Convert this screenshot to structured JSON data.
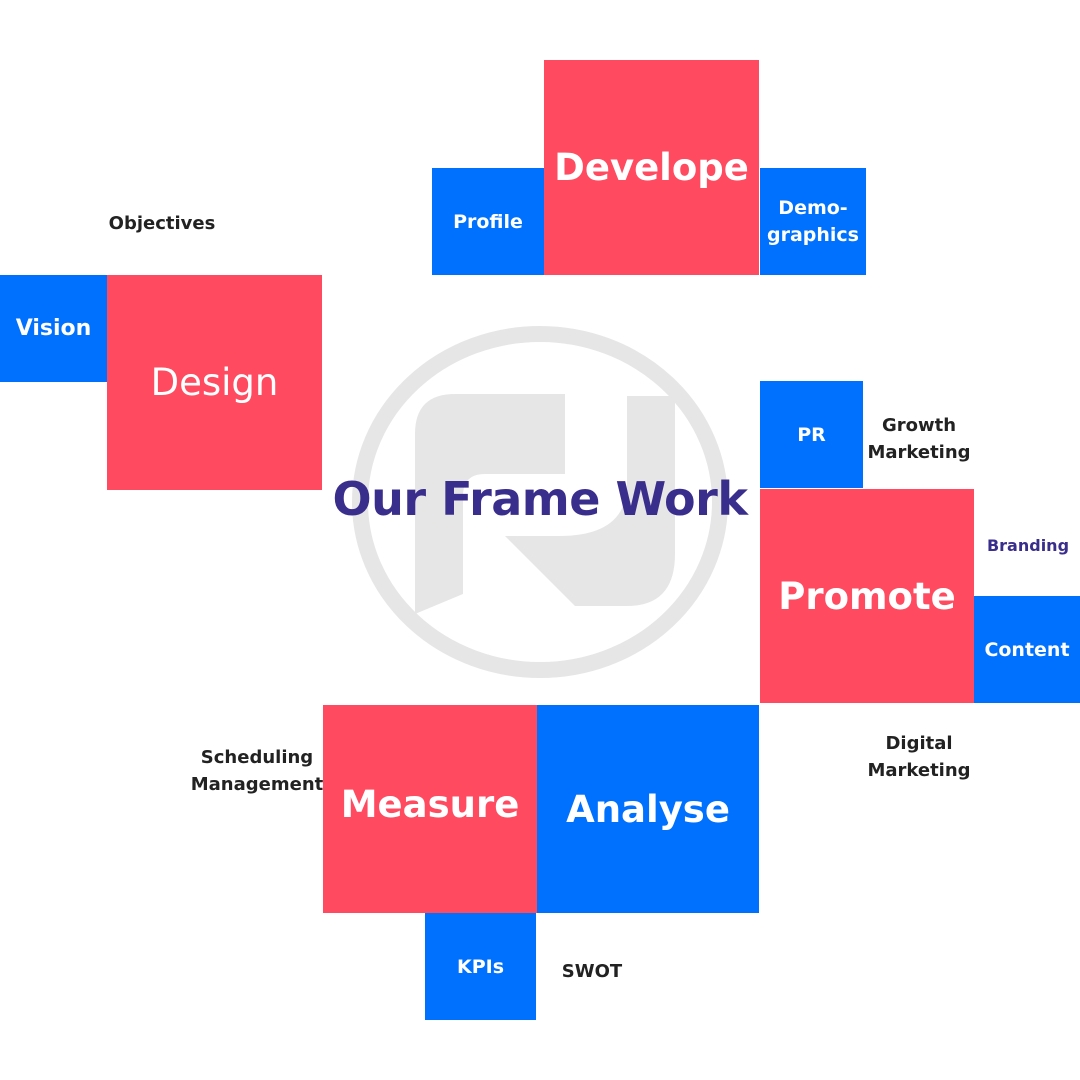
{
  "colors": {
    "red": "#FF4A60",
    "blue": "#0070FF",
    "title": "#3A2E8C",
    "watermark": "#E6E6E6"
  },
  "logo": {
    "icon": "watermark-logo-icon"
  },
  "title": "Our Frame Work",
  "stages": {
    "develope": "Develope",
    "design": "Design",
    "promote": "Promote",
    "measure": "Measure",
    "analyse": "Analyse"
  },
  "items": {
    "profile": "Profile",
    "demographics_line1": "Demo-",
    "demographics_line2": "graphics",
    "vision": "Vision",
    "pr": "PR",
    "content": "Content",
    "kpis": "KPIs"
  },
  "labels": {
    "objectives": "Objectives",
    "growth_marketing_line1": "Growth",
    "growth_marketing_line2": "Marketing",
    "branding": "Branding",
    "digital_marketing_line1": "Digital",
    "digital_marketing_line2": "Marketing",
    "scheduling_line1": "Scheduling",
    "scheduling_line2": "Management",
    "swot": "SWOT"
  }
}
